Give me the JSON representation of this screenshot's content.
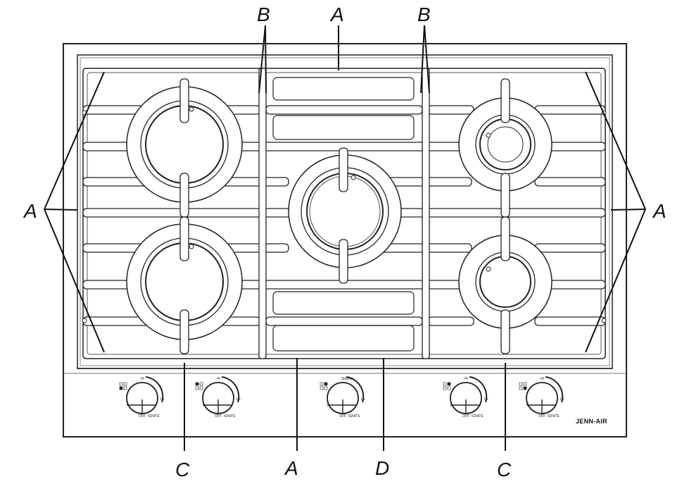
{
  "diagram": {
    "labels": {
      "top_a": "A",
      "top_b_left": "B",
      "top_b_right": "B",
      "left_a": "A",
      "right_a": "A",
      "bottom_c_left": "C",
      "bottom_a": "A",
      "bottom_d": "D",
      "bottom_c_right": "C"
    },
    "knobs": [
      {
        "name": "left-front",
        "hi": "Hi",
        "lo": "Lo",
        "off": "OFF",
        "ignite": "IGNITE"
      },
      {
        "name": "left-rear",
        "hi": "Hi",
        "lo": "Lo",
        "off": "OFF",
        "ignite": "IGNITE"
      },
      {
        "name": "center",
        "hi": "Simmer",
        "lo": "Lo",
        "off": "OFF",
        "ignite": "IGNITE"
      },
      {
        "name": "right-rear",
        "hi": "Hi",
        "lo": "Lo",
        "off": "OFF",
        "ignite": "IGNITE"
      },
      {
        "name": "right-front",
        "hi": "Hi",
        "lo": "Lo",
        "off": "OFF",
        "ignite": "IGNITE"
      }
    ],
    "brand": "JENN-AIR"
  }
}
